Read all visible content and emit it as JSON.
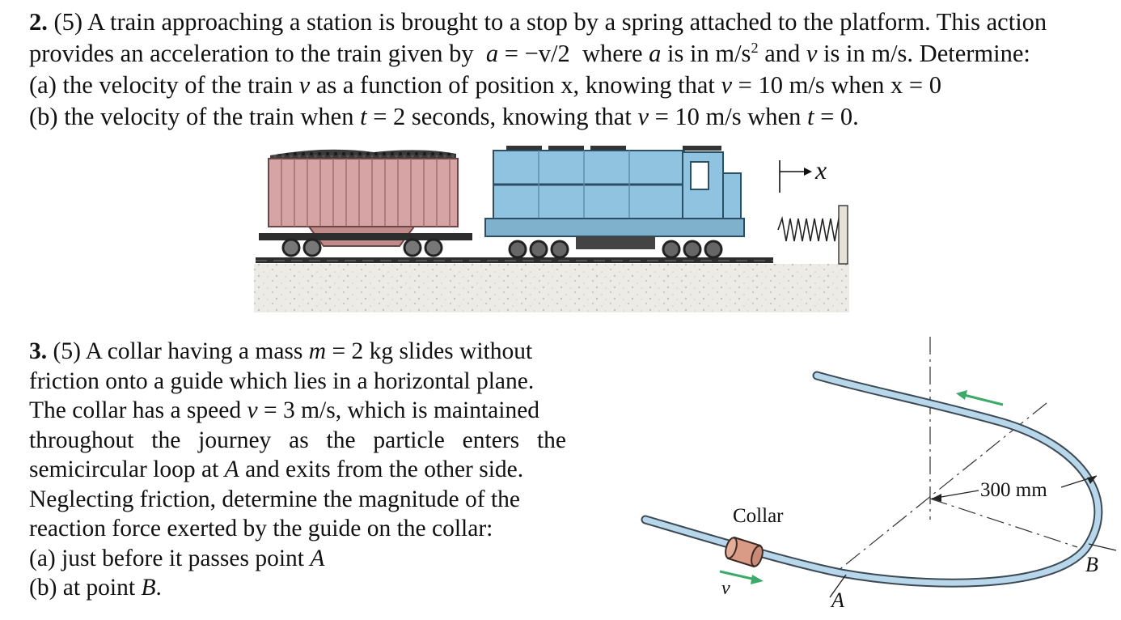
{
  "problem2": {
    "number": "2.",
    "points": "(5)",
    "text_1": "A train approaching a station is brought to a stop by a spring attached to the platform. This action",
    "text_2a": "provides an acceleration to the train given by",
    "eq_a_var": "a",
    "eq_a_rhs": "= −v/2",
    "text_2b": "where",
    "var_a": "a",
    "text_2c": "is in m/s",
    "sup_2": "2",
    "text_2d": "and",
    "var_v": "v",
    "text_2e": "is in m/s. Determine:",
    "part_a_prefix": "(a) the velocity of the train",
    "part_a_var_v": "v",
    "part_a_mid": "as a function of position x, knowing that",
    "part_a_var_v2": "v",
    "part_a_tail": "= 10 m/s when x = 0",
    "part_b_prefix": "(b) the velocity of the train when",
    "part_b_var_t": "t",
    "part_b_mid": "= 2 seconds, knowing that",
    "part_b_var_v": "v",
    "part_b_mid2": "= 10 m/s when",
    "part_b_var_t2": "t",
    "part_b_tail": "= 0.",
    "figure_axis_label": "x"
  },
  "problem3": {
    "number": "3.",
    "points": "(5)",
    "line1_a": "A collar having a mass",
    "line1_var": "m",
    "line1_b": "= 2 kg slides without",
    "line2": "friction onto a guide which lies in a horizontal plane.",
    "line3_a": "The collar has a speed",
    "line3_var": "v",
    "line3_b": "= 3 m/s, which is maintained",
    "line4": "throughout the journey as the particle enters the",
    "line5_a": "semicircular loop at",
    "line5_var": "A",
    "line5_b": "and exits from the other side.",
    "line6": "Neglecting friction, determine the magnitude of the",
    "line7": "reaction force exerted by the guide on the collar:",
    "part_a_text": "(a) just before it passes point",
    "part_a_var": "A",
    "part_b_text": "(b) at point",
    "part_b_var": "B",
    "part_b_end": ".",
    "figure": {
      "collar_label": "Collar",
      "radius_label": "300 mm",
      "velocity_label": "v",
      "point_a_label": "A",
      "point_b_label": "B"
    }
  },
  "colors": {
    "hopper_car": "#d6a4a4",
    "locomotive": "#8fc3e0",
    "guide_rod": "#b9d7ea",
    "collar": "#d99a86",
    "velocity_arrow": "#3daa6a"
  }
}
